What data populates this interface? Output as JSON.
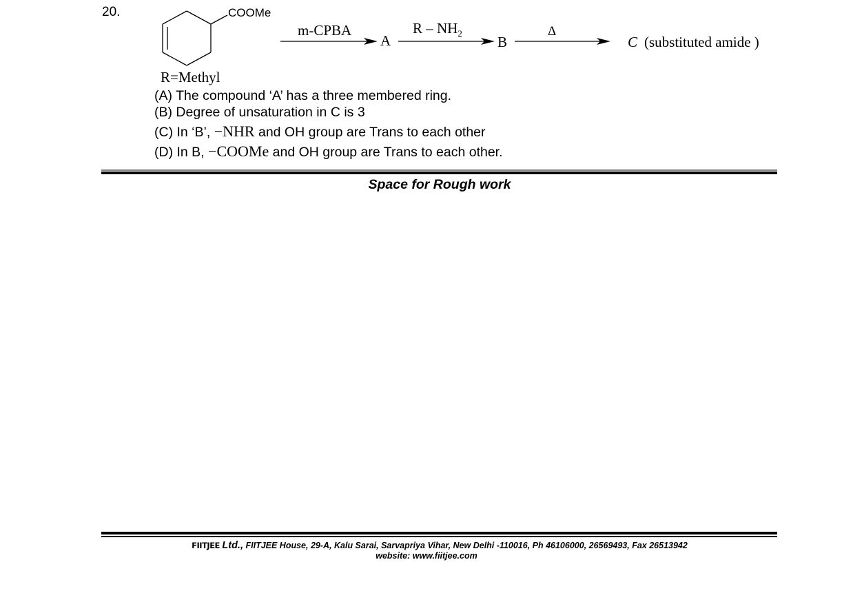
{
  "question": {
    "number": "20.",
    "scheme": {
      "substituent": "COOMe",
      "r_definition": "R=Methyl",
      "step1_reagent": "m-CPBA",
      "intermediate_a": "A",
      "step2_reagent_main": "R – NH",
      "step2_reagent_sub": "2",
      "intermediate_b": "B",
      "step3_reagent": "Δ",
      "product_letter": "C",
      "product_note": "(substituted amide )"
    },
    "options": [
      {
        "label": "(A)",
        "text": "The compound ‘A’ has a three membered ring."
      },
      {
        "label": "(B)",
        "text": "Degree of unsaturation in C is 3"
      },
      {
        "label": "(C)",
        "pre": "In ‘B’,",
        "math": "−NHR",
        "post": "and OH group are Trans to each other"
      },
      {
        "label": "(D)",
        "pre": "In B,",
        "math": "−COOMe",
        "post": "and OH group are Trans to each other."
      }
    ]
  },
  "rough_work_label": "Space for Rough work",
  "footer": {
    "brand": "FIITJEE",
    "ltd": "Ltd.,",
    "address": "FIITJEE House, 29-A, Kalu  Sarai, Sarvapriya Vihar, New Delhi -110016, Ph 46106000, 26569493, Fax 26513942",
    "website": "website: www.fiitjee.com"
  }
}
